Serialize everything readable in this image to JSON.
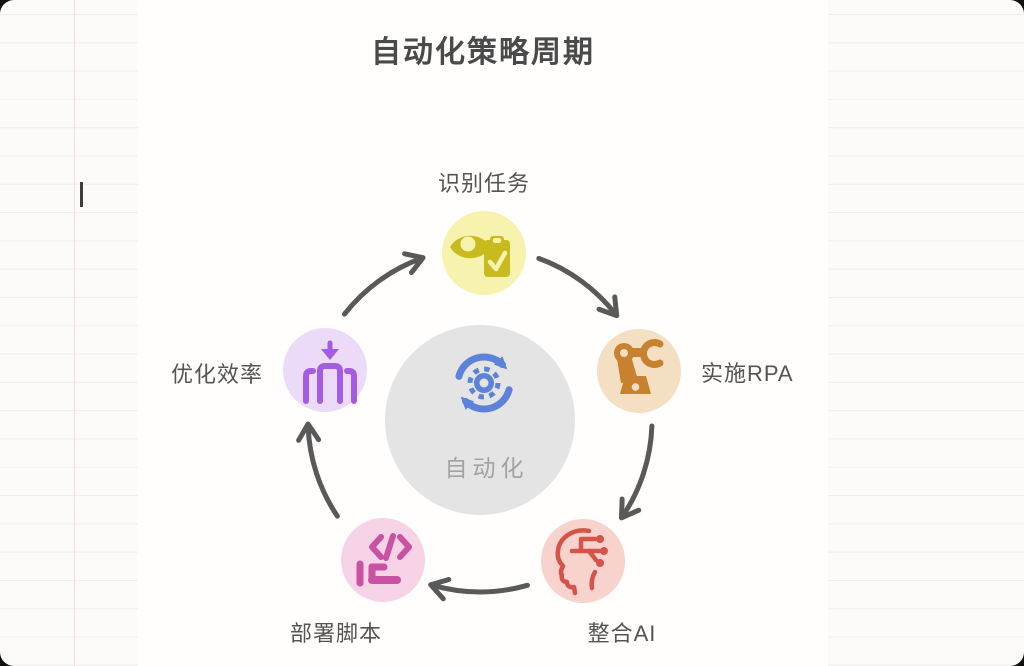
{
  "title": "自动化策略周期",
  "center": {
    "label": "自动化",
    "icon": "sync-gear-icon",
    "circle_color": "#e4e4e4",
    "icon_color": "#5c82d9",
    "label_color": "#a3a3a3"
  },
  "nodes": [
    {
      "id": "identify-tasks",
      "label": "识别任务",
      "icon": "eye-checklist-icon",
      "circle_color": "#f7f2ad",
      "icon_color": "#c9ba20"
    },
    {
      "id": "implement-rpa",
      "label": "实施RPA",
      "icon": "robot-arm-icon",
      "circle_color": "#f5dfc3",
      "icon_color": "#c8812f"
    },
    {
      "id": "integrate-ai",
      "label": "整合AI",
      "icon": "ai-head-circuit-icon",
      "circle_color": "#f8d2cd",
      "icon_color": "#d5544a"
    },
    {
      "id": "deploy-scripts",
      "label": "部署脚本",
      "icon": "code-script-icon",
      "glyph": "</>",
      "circle_color": "#f7d3e8",
      "icon_color": "#c952a2"
    },
    {
      "id": "optimize-efficiency",
      "label": "优化效率",
      "icon": "podium-arrow-icon",
      "circle_color": "#ecdaf9",
      "icon_color": "#a55ce4"
    }
  ],
  "arrows": {
    "color": "#595959",
    "direction": "clockwise",
    "count": 5
  },
  "page": {
    "background": "#fcfbf8",
    "panel_background": "#fffefc",
    "rule_line_color": "#f0eeea",
    "margin_line_color": "#f2dcda",
    "title_color": "#4a4a4a",
    "label_color": "#545454"
  }
}
